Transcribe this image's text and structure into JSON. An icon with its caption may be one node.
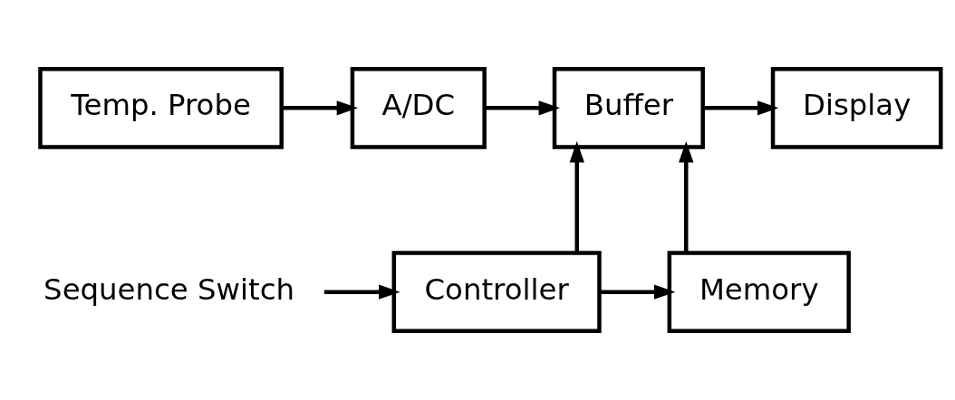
{
  "diagram": {
    "nodes": [
      {
        "text": [
          "Temp. Probe"
        ]
      },
      {
        "text": [
          "A/DC"
        ]
      },
      {
        "text": [
          "Buffer"
        ]
      },
      {
        "text": [
          "Display"
        ]
      },
      {
        "text": [
          "Sequence Switch"
        ]
      },
      {
        "text": [
          "Controller"
        ]
      },
      {
        "text": [
          "Memory"
        ]
      }
    ],
    "edges": [
      {
        "from": 0,
        "to": 1,
        "arrow": "to"
      },
      {
        "from": 1,
        "to": 2,
        "arrow": "to"
      },
      {
        "from": 2,
        "to": 3,
        "arrow": "to"
      },
      {
        "from": 5,
        "to": 2,
        "arrow": "to"
      },
      {
        "from": 6,
        "to": 2,
        "arrow": "to"
      },
      {
        "from": 4,
        "to": 5,
        "arrow": "to"
      },
      {
        "from": 5,
        "to": 6,
        "arrow": "to"
      }
    ]
  }
}
